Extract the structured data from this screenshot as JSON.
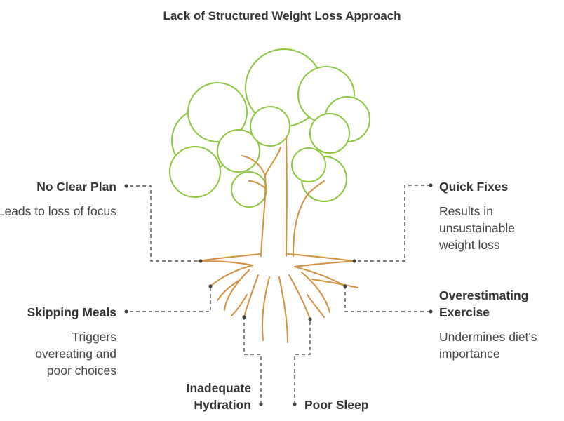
{
  "title": "Lack of Structured Weight Loss Approach",
  "colors": {
    "foliage": "#8dc63f",
    "trunk": "#d3903e",
    "text": "#333333",
    "connector": "#555555"
  },
  "factors": [
    {
      "heading": "No Clear Plan",
      "description": "Leads to loss of focus"
    },
    {
      "heading": "Quick Fixes",
      "description": "Results in unsustainable weight loss"
    },
    {
      "heading": "Skipping Meals",
      "description": "Triggers overeating and poor choices"
    },
    {
      "heading": "Overestimating Exercise",
      "description": "Undermines diet's importance"
    },
    {
      "heading": "Inadequate Hydration",
      "description": ""
    },
    {
      "heading": "Poor Sleep",
      "description": ""
    }
  ]
}
